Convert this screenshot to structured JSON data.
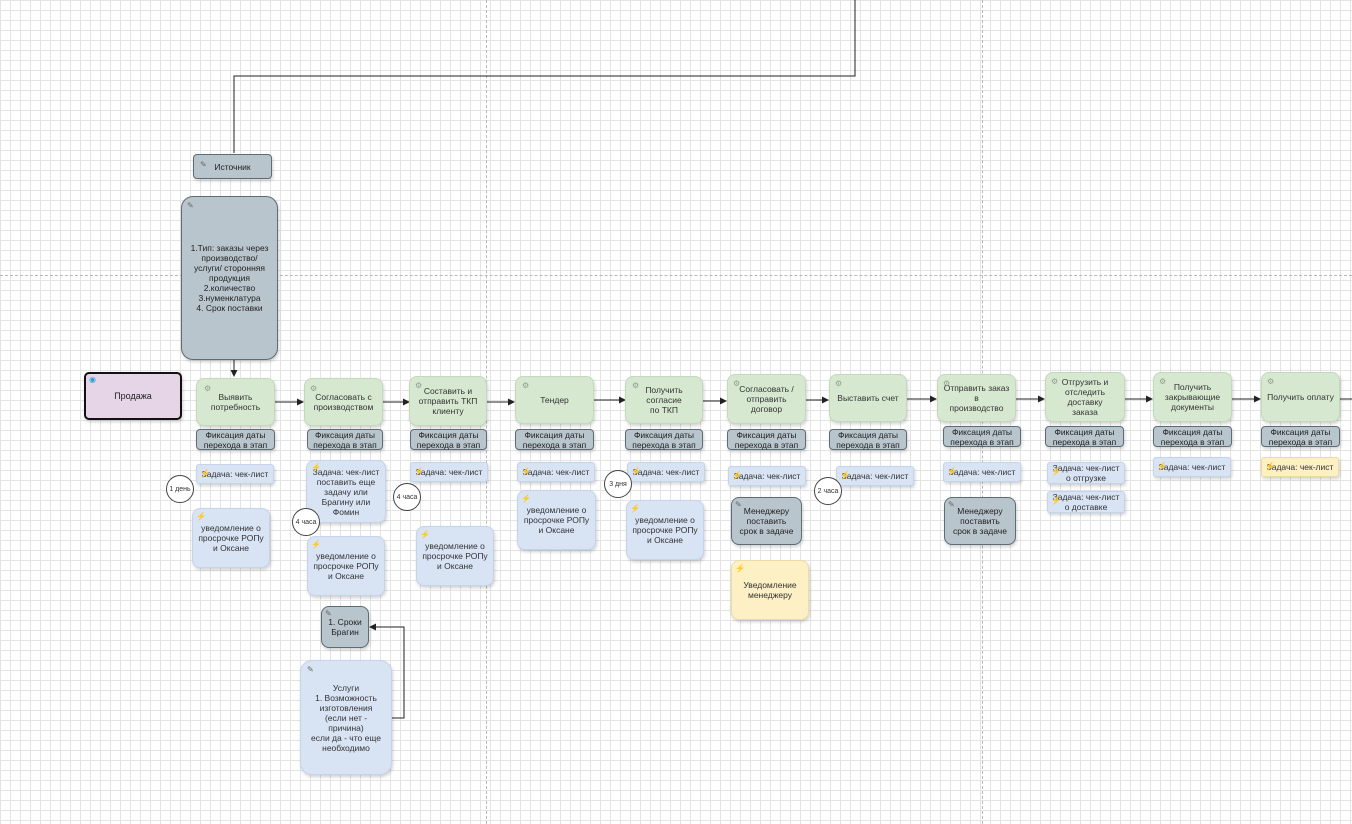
{
  "nodes": {
    "source": "Источник",
    "source_details": "1.Тип: заказы через\nпроизводство/\nуслуги/ сторонняя\nпродукция\n2.количество\n3.нуменклатура\n4. Срок поставки",
    "sale": "Продажа",
    "stages": [
      "Выявить\nпотребность",
      "Согласовать с\nпроизводством",
      "Составить и\nотправить ТКП\nклиенту",
      "Тендер",
      "Получить согласие\nпо ТКП",
      "Согласовать /\nотправить договор",
      "Выставить счет",
      "Отправить заказ в\nпроизводство",
      "Отгрузить  и\nотследить доставку\nзаказа",
      "Получить\nзакрывающие\nдокументы",
      "Получить оплату"
    ],
    "fixation": "Фиксация даты\nперехода в этап",
    "task_checklist": "Задача: чек-лист",
    "task_coordination": "Задача: чек-лист\nпоставить еще\nзадачу или\nБрагину или\nФомин",
    "task_shipment": "Задача: чек-лист\nо отгрузке",
    "task_delivery": "Задача: чек-лист\nо доставке",
    "overdue_notice": "уведомление о\nпросрочке РОПу\nи Оксане",
    "manager_deadline": "Менеджеру\nпоставить\nсрок в задаче",
    "manager_notice": "Уведомление\nменеджеру",
    "bragin_deadline": "1. Сроки\nБрагин",
    "services": "Услуги\n1. Возможность\nизготовления\n(если нет -\nпричина)\nесли да - что еще\nнеобходимо"
  },
  "timers": {
    "one_day": "1 день",
    "four_hours_a": "4 часа",
    "four_hours_b": "4 часа",
    "three_days": "3 дня",
    "two_hours": "2 часа"
  },
  "icons": {
    "gear": "gear-icon",
    "bolt": "lightning-icon",
    "pencil": "pencil-icon",
    "info": "info-icon"
  },
  "colors": {
    "stage_fill": "#d7e8d1",
    "task_fill": "#d8e3f4",
    "fixation_fill": "#b9c5cd",
    "notice_fill": "#fdf0c4",
    "start_fill": "#e6d5e6"
  }
}
